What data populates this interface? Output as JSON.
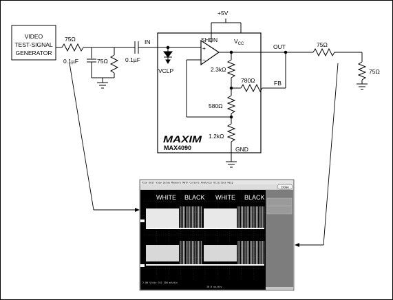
{
  "diagram": {
    "generator": [
      "VIDEO",
      "TEST-SIGNAL",
      "GENERATOR"
    ],
    "r_series_in": "75Ω",
    "c_term": "0.1µF",
    "r_term_in": "75Ω",
    "c_couple": "0.1µF",
    "pin_in": "IN",
    "pin_vclp": "VCLP",
    "supply": "+5V",
    "pin_shdn": "SHDN",
    "pin_vcc_main": "V",
    "pin_vcc_sub": "CC",
    "pin_out": "OUT",
    "r_series_out": "75Ω",
    "r_load": "75Ω",
    "r_top": "2.3kΩ",
    "r_fb": "780Ω",
    "pin_fb": "FB",
    "r_mid": "580Ω",
    "r_bot": "1.2kΩ",
    "pin_gnd": "GND",
    "logo": "MAXIM",
    "part": "MAX4090",
    "plus": "+",
    "minus": "−"
  },
  "scope": {
    "trace1_labels": [
      "WHITE",
      "BLACK",
      "WHITE",
      "BLACK"
    ],
    "side_button": "Close"
  }
}
